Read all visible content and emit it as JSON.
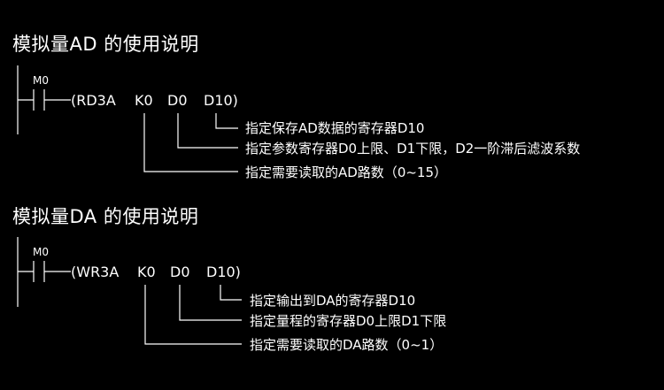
{
  "sections": [
    {
      "title": "模拟量AD 的使用说明",
      "contact": "M0",
      "instruction": {
        "open": "(RD3A",
        "k": "K0",
        "d": "D0",
        "d10": "D10)"
      },
      "descriptions": [
        "指定保存AD数据的寄存器D10",
        "指定参数寄存器D0上限、D1下限，D2一阶滞后滤波系数",
        "指定需要读取的AD路数（0~15）"
      ]
    },
    {
      "title": "模拟量DA 的使用说明",
      "contact": "M0",
      "instruction": {
        "open": "(WR3A",
        "k": "K0",
        "d": "D0",
        "d10": "D10)"
      },
      "descriptions": [
        "指定输出到DA的寄存器D10",
        "指定量程的寄存器D0上限D1下限",
        "指定需要读取的DA路数（0~1）"
      ]
    }
  ],
  "colors": {
    "background": "#000000",
    "foreground": "#ffffff"
  }
}
